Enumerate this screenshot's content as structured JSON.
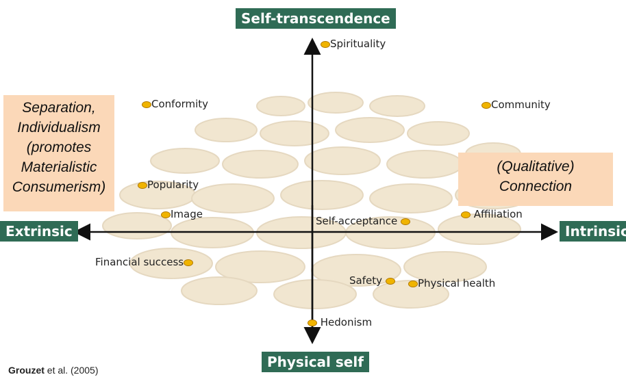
{
  "axes": {
    "top": "Self-transcendence",
    "bottom": "Physical self",
    "left": "Extrinsic",
    "right": "Intrinsic"
  },
  "values": {
    "spirituality": "Spirituality",
    "conformity": "Conformity",
    "community": "Community",
    "popularity": "Popularity",
    "image": "Image",
    "self_acceptance": "Self-acceptance",
    "affiliation": "Affiliation",
    "financial_success": "Financial success",
    "safety": "Safety",
    "physical_health": "Physical health",
    "hedonism": "Hedonism"
  },
  "callouts": {
    "left": [
      "Separation,",
      "Individualism",
      "(promotes",
      "Materialistic",
      "Consumerism)"
    ],
    "right": [
      "(Qualitative)",
      "Connection"
    ]
  },
  "citation": {
    "author": "Grouzet",
    "rest": " et al. (2005)"
  },
  "colors": {
    "axis_label_bg": "#2f6b55",
    "callout_bg": "#fbd8b8",
    "dot": "#f0b400"
  }
}
